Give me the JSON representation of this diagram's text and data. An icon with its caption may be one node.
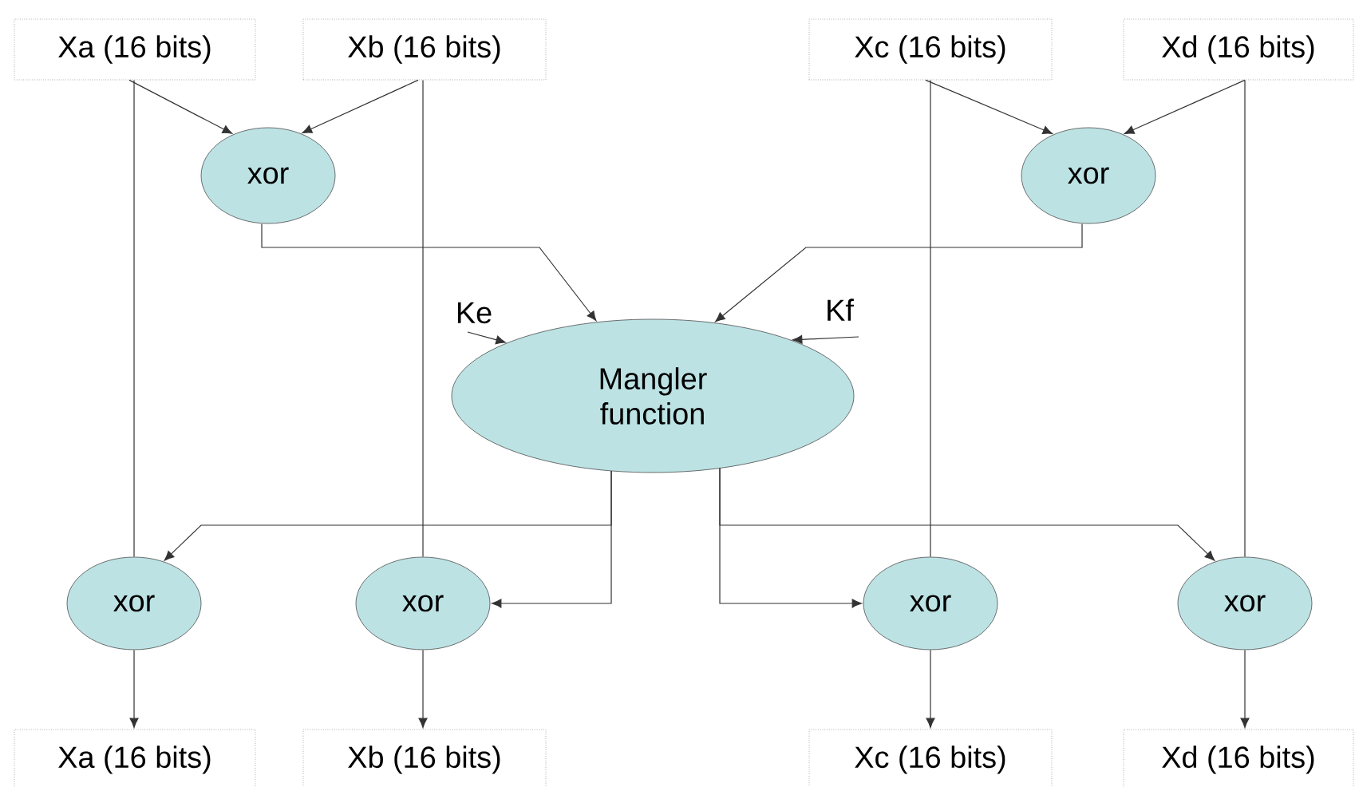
{
  "diagram": {
    "nodes": [
      {
        "text": [
          "Xa (16 bits)"
        ]
      },
      {
        "text": [
          "Xb (16 bits)"
        ]
      },
      {
        "text": [
          "Xc (16 bits)"
        ]
      },
      {
        "text": [
          "Xd (16 bits)"
        ]
      },
      {
        "text": [
          "xor"
        ]
      },
      {
        "text": [
          "xor"
        ]
      },
      {
        "text": [
          "Ke"
        ]
      },
      {
        "text": [
          "Kf"
        ]
      },
      {
        "text": [
          "Mangler function"
        ]
      },
      {
        "text": [
          "xor"
        ]
      },
      {
        "text": [
          "xor"
        ]
      },
      {
        "text": [
          "xor"
        ]
      },
      {
        "text": [
          "xor"
        ]
      },
      {
        "text": [
          "Xa (16 bits)"
        ]
      },
      {
        "text": [
          "Xb (16 bits)"
        ]
      },
      {
        "text": [
          "Xc (16 bits)"
        ]
      },
      {
        "text": [
          "Xd (16 bits)"
        ]
      }
    ],
    "edges": [
      {
        "from": 0,
        "to": 4,
        "arrow": "to"
      },
      {
        "from": 1,
        "to": 4,
        "arrow": "to"
      },
      {
        "from": 2,
        "to": 5,
        "arrow": "to"
      },
      {
        "from": 3,
        "to": 5,
        "arrow": "to"
      },
      {
        "from": 4,
        "to": 8,
        "arrow": "to"
      },
      {
        "from": 5,
        "to": 8,
        "arrow": "to"
      },
      {
        "from": 6,
        "to": 8,
        "arrow": "to"
      },
      {
        "from": 7,
        "to": 8,
        "arrow": "to"
      },
      {
        "from": 8,
        "to": 9,
        "arrow": "to"
      },
      {
        "from": 8,
        "to": 10,
        "arrow": "to"
      },
      {
        "from": 8,
        "to": 11,
        "arrow": "to"
      },
      {
        "from": 8,
        "to": 12,
        "arrow": "to"
      },
      {
        "from": 0,
        "to": 9,
        "arrow": "none"
      },
      {
        "from": 1,
        "to": 10,
        "arrow": "none"
      },
      {
        "from": 2,
        "to": 11,
        "arrow": "none"
      },
      {
        "from": 3,
        "to": 12,
        "arrow": "none"
      },
      {
        "from": 9,
        "to": 13,
        "arrow": "to"
      },
      {
        "from": 10,
        "to": 14,
        "arrow": "to"
      },
      {
        "from": 11,
        "to": 15,
        "arrow": "to"
      },
      {
        "from": 12,
        "to": 16,
        "arrow": "to"
      }
    ]
  }
}
